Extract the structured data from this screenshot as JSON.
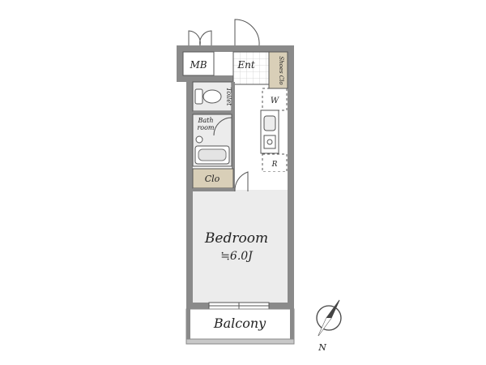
{
  "rooms": {
    "mb": "MB",
    "ent": "Ent",
    "shoes": "Shoes Clo",
    "toilet": "Toilet",
    "w": "W",
    "bath_line1": "Bath",
    "bath_line2": "room",
    "clo": "Clo",
    "r": "R",
    "bedroom": "Bedroom",
    "bedroom_size": "≒6.0J",
    "balcony": "Balcony"
  },
  "compass": {
    "north": "N"
  },
  "colors": {
    "wall": "#8a8a8a",
    "floor": "#ececec",
    "storage": "#d9cfb8",
    "tile": "#ffffff"
  }
}
